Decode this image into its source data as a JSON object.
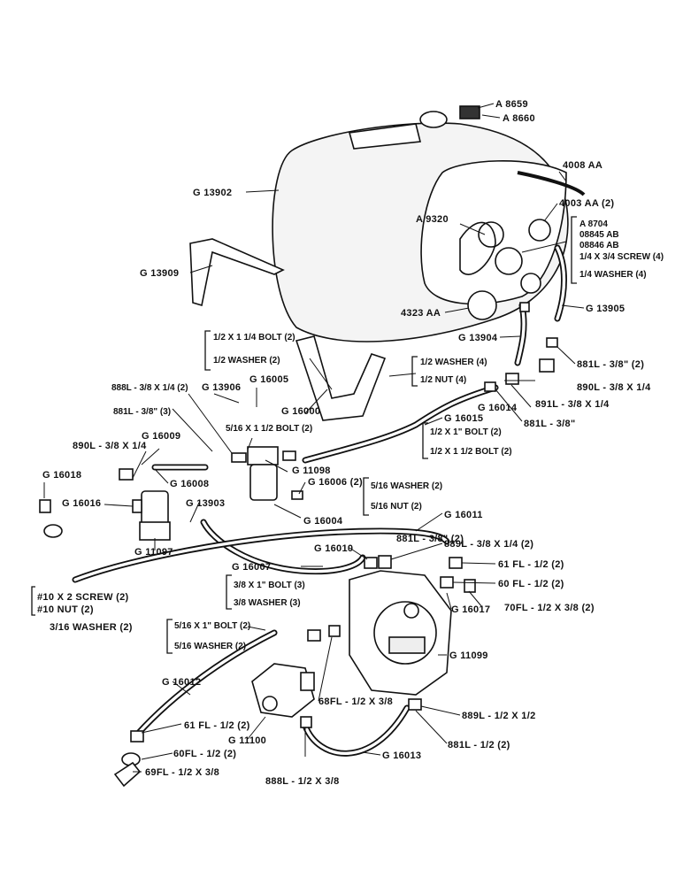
{
  "labels": {
    "a8659": "A 8659",
    "a8660": "A 8660",
    "aa4008": "4008 AA",
    "g13902": "G 13902",
    "aa4003": "4003 AA (2)",
    "a9320": "A 9320",
    "a8704": "A 8704",
    "ab08845": "08845 AB",
    "ab08846": "08846 AB",
    "screw4": "1/4 X 3/4 SCREW (4)",
    "washer4_q": "1/4 WASHER (4)",
    "g13909": "G 13909",
    "aa4323": "4323 AA",
    "g13905": "G 13905",
    "g13904": "G 13904",
    "bolt2_half": "1/2 X 1 1/4 BOLT (2)",
    "washer2_half": "1/2 WASHER (2)",
    "l881_38_b": "881L - 3/8\" (2)",
    "washer4_half": "1/2 WASHER (4)",
    "nut4_half": "1/2 NUT (4)",
    "l890_a": "890L - 3/8 X 1/4",
    "l888_a": "888L - 3/8 X 1/4 (2)",
    "g13906": "G 13906",
    "g16005": "G 16005",
    "g16000": "G 16000",
    "g16014": "G 16014",
    "l891": "891L - 3/8 X 1/4",
    "l881_3": "881L - 3/8\" (3)",
    "g16015": "G 16015",
    "l881_38_c": "881L - 3/8\"",
    "bolt516": "5/16 X 1 1/2 BOLT (2)",
    "bolt_half1": "1/2 X 1\" BOLT (2)",
    "bolt_half15": "1/2 X 1 1/2 BOLT (2)",
    "l890_b": "890L - 3/8 X 1/4",
    "g16009": "G 16009",
    "g11098": "G 11098",
    "g16018": "G 16018",
    "g16008": "G 16008",
    "g16006": "G 16006 (2)",
    "washer516": "5/16 WASHER (2)",
    "nut516": "5/16 NUT (2)",
    "g16016": "G 16016",
    "g13903": "G 13903",
    "g16004": "G 16004",
    "g16011": "G 16011",
    "g11097": "G 11097",
    "g16010": "G 16010",
    "l881_38_d": "881L - 3/8\" (2)",
    "l889_a": "889L - 3/8 X 1/4 (2)",
    "g16007": "G 16007",
    "fl61_a": "61 FL - 1/2 (2)",
    "fl60_a": "60 FL - 1/2 (2)",
    "screw10x2": "#10 X 2 SCREW (2)",
    "nut10": "#10 NUT (2)",
    "washer316": "3/16 WASHER (2)",
    "bolt38": "3/8 X 1\" BOLT (3)",
    "washer38": "3/8 WASHER (3)",
    "g16017": "G 16017",
    "fl70": "70FL - 1/2 X 3/8 (2)",
    "bolt516b": "5/16 X 1\" BOLT (2)",
    "washer516b": "5/16 WASHER (2)",
    "g11099": "G 11099",
    "g16012": "G 16012",
    "fl68": "68FL - 1/2 X 3/8",
    "fl61_b": "61 FL - 1/2 (2)",
    "g11100": "G 11100",
    "l889_b": "889L - 1/2 X 1/2",
    "l881_half": "881L - 1/2 (2)",
    "fl60_b": "60FL - 1/2 (2)",
    "g16013": "G 16013",
    "fl69": "69FL - 1/2 X 3/8",
    "l888_b": "888L - 1/2 X 3/8"
  }
}
